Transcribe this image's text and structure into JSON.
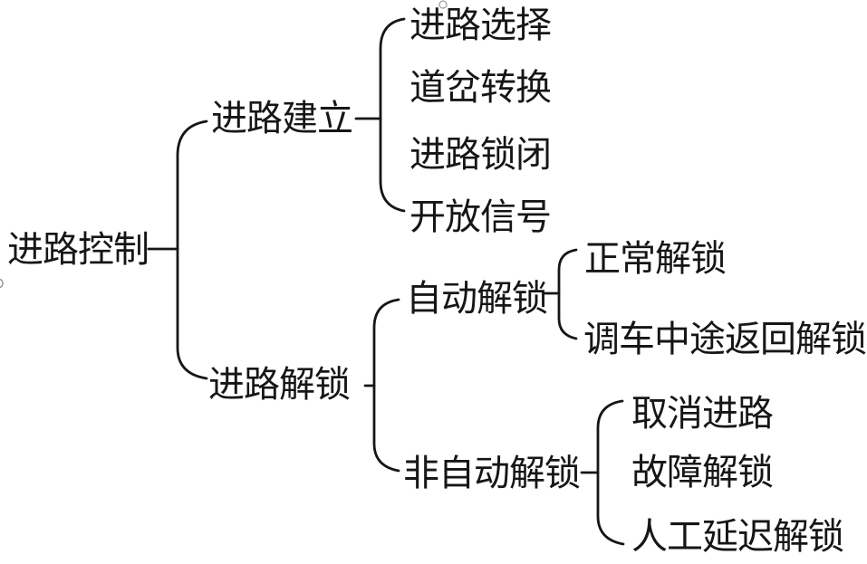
{
  "colors": {
    "ink": "#161616",
    "background": "#ffffff",
    "artifact_gray": "#9a9a9a"
  },
  "artifacts": [
    "small-circle-top",
    "small-circle-left-edge"
  ],
  "tree": {
    "root": {
      "label": "进路控制",
      "children": [
        {
          "label": "进路建立",
          "children": [
            {
              "label": "进路选择"
            },
            {
              "label": "道岔转换"
            },
            {
              "label": "进路锁闭"
            },
            {
              "label": "开放信号"
            }
          ]
        },
        {
          "label": "进路解锁",
          "children": [
            {
              "label": "自动解锁",
              "children": [
                {
                  "label": "正常解锁"
                },
                {
                  "label": "调车中途返回解锁"
                }
              ]
            },
            {
              "label": "非自动解锁",
              "children": [
                {
                  "label": "取消进路"
                },
                {
                  "label": "故障解锁"
                },
                {
                  "label": "人工延迟解锁"
                }
              ]
            }
          ]
        }
      ]
    }
  }
}
